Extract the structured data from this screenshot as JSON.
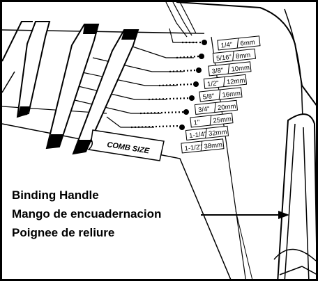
{
  "labels": {
    "en": "Binding Handle",
    "es": "Mango de encuadernacion",
    "fr": "Poignee de reliure"
  },
  "comb_size_label": "COMB SIZE",
  "sizes": [
    {
      "inch": "1/4\"",
      "mm": "6mm"
    },
    {
      "inch": "5/16\"",
      "mm": "8mm"
    },
    {
      "inch": "3/8\"",
      "mm": "10mm"
    },
    {
      "inch": "1/2\"",
      "mm": "12mm"
    },
    {
      "inch": "5/8\"",
      "mm": "16mm"
    },
    {
      "inch": "3/4\"",
      "mm": "20mm"
    },
    {
      "inch": "1\"",
      "mm": "25mm"
    },
    {
      "inch": "1-1/4\"",
      "mm": "32mm"
    },
    {
      "inch": "1-1/2\"",
      "mm": "38mm"
    }
  ]
}
